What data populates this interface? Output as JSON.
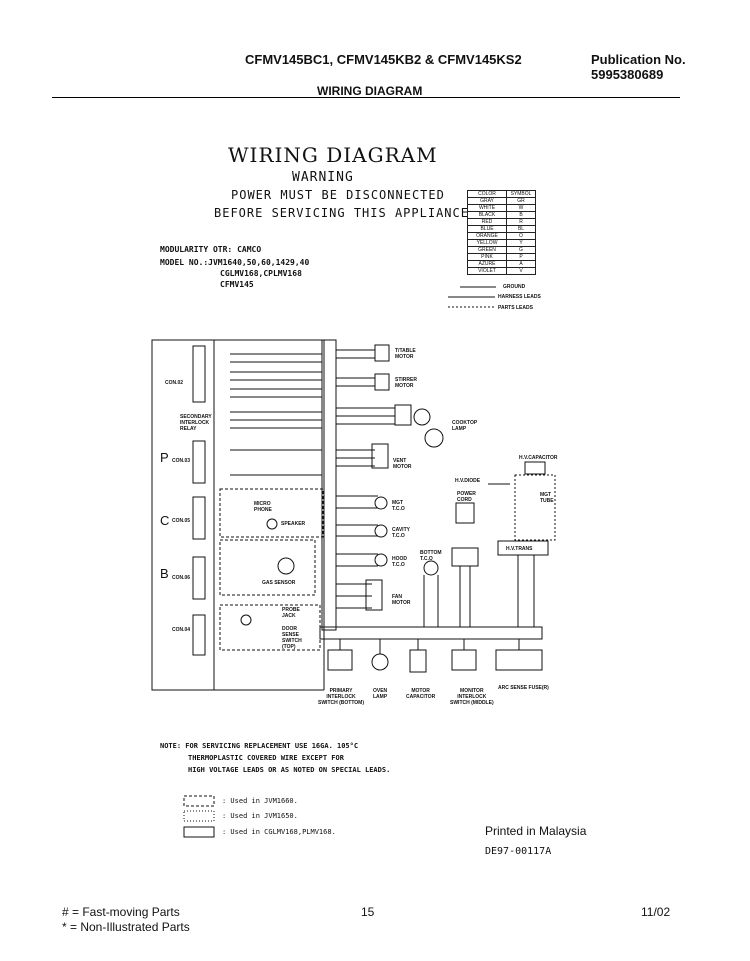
{
  "header": {
    "models": "CFMV145BC1, CFMV145KB2 & CFMV145KS2",
    "publication_label": "Publication No.",
    "publication_number": "5995380689",
    "section_title": "WIRING DIAGRAM"
  },
  "diagram": {
    "title": "WIRING DIAGRAM",
    "warning": "WARNING",
    "warning_line1": "POWER MUST BE DISCONNECTED",
    "warning_line2": "BEFORE SERVICING THIS APPLIANCE",
    "modularity": "MODULARITY OTR: CAMCO",
    "model_no": "MODEL NO.:JVM1640,50,60,1429,40",
    "model_line2": "CGLMV168,CPLMV168",
    "model_line3": "CFMV145",
    "color_table": {
      "headers": [
        "COLOR",
        "SYMBOL"
      ],
      "rows": [
        [
          "GRAY",
          "GR"
        ],
        [
          "WHITE",
          "W"
        ],
        [
          "BLACK",
          "B"
        ],
        [
          "RED",
          "R"
        ],
        [
          "BLUE",
          "BL"
        ],
        [
          "ORANGE",
          "O"
        ],
        [
          "YELLOW",
          "Y"
        ],
        [
          "GREEN",
          "G"
        ],
        [
          "PINK",
          "P"
        ],
        [
          "AZURE",
          "A"
        ],
        [
          "VIOLET",
          "V"
        ]
      ]
    },
    "legend": {
      "ground": "GROUND",
      "harness": "HARNESS LEADS",
      "parts": "PARTS LEADS"
    },
    "left_labels": {
      "con02": "CON.02",
      "secondary_relay": [
        "SECONDARY",
        "INTERLOCK",
        "RELAY"
      ],
      "con03": "CON.03",
      "con05": "CON.05",
      "con06": "CON.06",
      "con04": "CON.04",
      "P": "P",
      "C": "C",
      "B": "B"
    },
    "components": {
      "turntable": [
        "T/TABLE",
        "MOTOR"
      ],
      "stirrer": [
        "STIRRER",
        "MOTOR"
      ],
      "cooktop": [
        "COOKTOP",
        "LAMP"
      ],
      "vent": [
        "VENT",
        "MOTOR"
      ],
      "hvcap": "H.V.CAPACITOR",
      "hvdiode": "H.V.DIODE",
      "power_cord": [
        "POWER",
        "CORD"
      ],
      "mgt_tube": [
        "MGT",
        "TUBE"
      ],
      "hvtrans": "H.V.TRANS",
      "micro_phone": [
        "MICRO",
        "PHONE"
      ],
      "speaker": "SPEAKER",
      "gas_sensor": "GAS SENSOR",
      "probe": [
        "PROBE",
        "JACK"
      ],
      "door_switch": [
        "DOOR",
        "SENSE",
        "SWITCH",
        "(TOP)"
      ],
      "mgt_tco": [
        "MGT",
        "T.C.O"
      ],
      "cavity_tco": [
        "CAVITY",
        "T.C.O"
      ],
      "hood_tco": [
        "HOOD",
        "T.C.O"
      ],
      "bottom_tco": [
        "BOTTOM",
        "T.C.O"
      ],
      "fan_motor": [
        "FAN",
        "MOTOR"
      ],
      "primary_switch": [
        "PRIMARY",
        "INTERLOCK",
        "SWITCH (BOTTOM)"
      ],
      "oven_lamp": [
        "OVEN",
        "LAMP"
      ],
      "motor_cap": [
        "MOTOR",
        "CAPACITOR"
      ],
      "monitor": [
        "MONITOR",
        "INTERLOCK",
        "SWITCH (MIDDLE)"
      ],
      "arc_fuse": "ARC SENSE FUSE(R)"
    },
    "note_line1": "NOTE: FOR SERVICING REPLACEMENT USE 16GA. 105°C",
    "note_line2": "THERMOPLASTIC COVERED WIRE EXCEPT FOR",
    "note_line3": "HIGH VOLTAGE LEADS OR AS NOTED ON SPECIAL LEADS.",
    "used1": ": Used in JVM1660.",
    "used2": ": Used in JVM1650.",
    "used3": ": Used in CGLMV168,PLMV168.",
    "printed": "Printed in Malaysia",
    "doc_code": "DE97-00117A"
  },
  "footer": {
    "fast_moving": "# = Fast-moving Parts",
    "non_illustrated": "* = Non-Illustrated Parts",
    "page": "15",
    "date": "11/02"
  }
}
